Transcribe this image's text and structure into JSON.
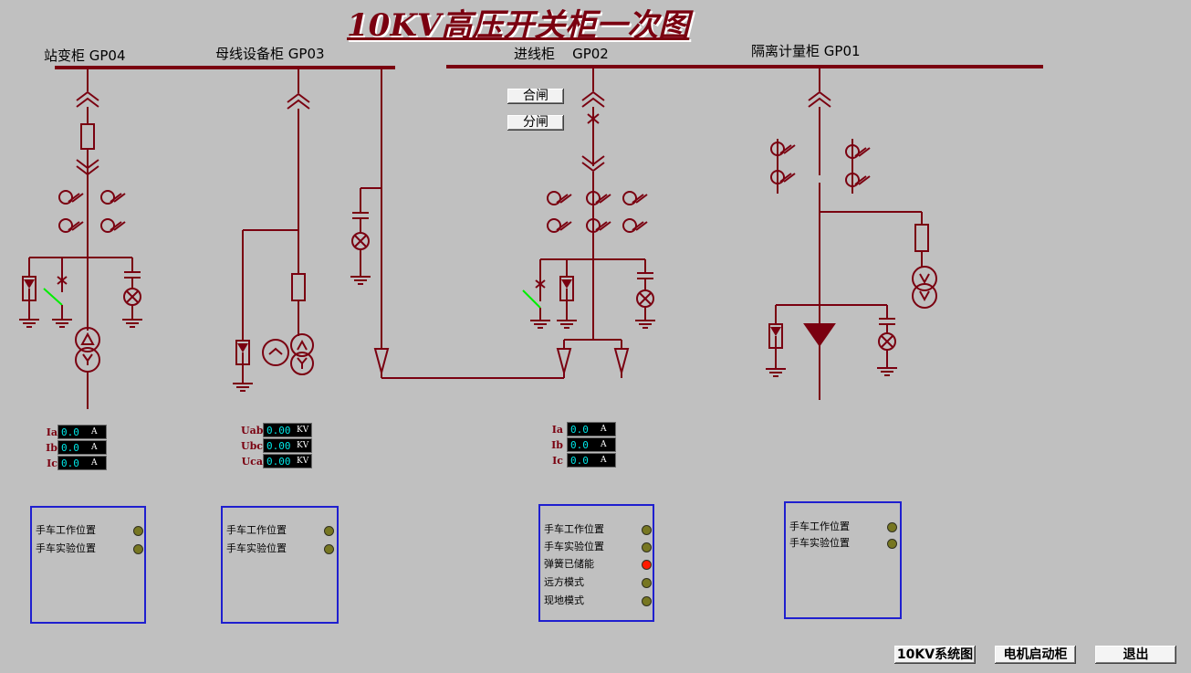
{
  "title": "10KV高压开关柜一次图",
  "cabinets": {
    "gp04": {
      "label": "站变柜 GP04"
    },
    "gp03": {
      "label": "母线设备柜  GP03"
    },
    "gp02": {
      "label": "进线柜    GP02"
    },
    "gp01": {
      "label": "隔离计量柜  GP01"
    }
  },
  "switch_buttons": {
    "close_label": "合闸",
    "open_label": "分闸"
  },
  "meters": {
    "gp04": [
      {
        "label": "Ia",
        "value": "0.0",
        "unit": "A"
      },
      {
        "label": "Ib",
        "value": "0.0",
        "unit": "A"
      },
      {
        "label": "Ic",
        "value": "0.0",
        "unit": "A"
      }
    ],
    "gp03": [
      {
        "label": "Uab",
        "value": "0.00",
        "unit": "KV"
      },
      {
        "label": "Ubc",
        "value": "0.00",
        "unit": "KV"
      },
      {
        "label": "Uca",
        "value": "0.00",
        "unit": "KV"
      }
    ],
    "gp02": [
      {
        "label": "Ia",
        "value": "0.0",
        "unit": "A"
      },
      {
        "label": "Ib",
        "value": "0.0",
        "unit": "A"
      },
      {
        "label": "Ic",
        "value": "0.0",
        "unit": "A"
      }
    ]
  },
  "status_panels": {
    "gp04": [
      {
        "label": "手车工作位置",
        "led": "#777722"
      },
      {
        "label": "手车实验位置",
        "led": "#777722"
      }
    ],
    "gp03": [
      {
        "label": "手车工作位置",
        "led": "#777722"
      },
      {
        "label": "手车实验位置",
        "led": "#777722"
      }
    ],
    "gp02": [
      {
        "label": "手车工作位置",
        "led": "#777722"
      },
      {
        "label": "手车实验位置",
        "led": "#777722"
      },
      {
        "label": "弹簧已储能",
        "led": "#ff1a00"
      },
      {
        "label": "远方模式",
        "led": "#777722"
      },
      {
        "label": "现地模式",
        "led": "#777722"
      }
    ],
    "gp01": [
      {
        "label": "手车工作位置",
        "led": "#777722"
      },
      {
        "label": "手车实验位置",
        "led": "#777722"
      }
    ]
  },
  "nav": {
    "system_label": "10KV系统图",
    "motor_label": "电机启动柜",
    "exit_label": "退出"
  },
  "colors": {
    "line": "#7a0010",
    "background": "#c0c0c0",
    "panel_border": "#1f1fcf",
    "ground_switch": "#00ee00"
  }
}
